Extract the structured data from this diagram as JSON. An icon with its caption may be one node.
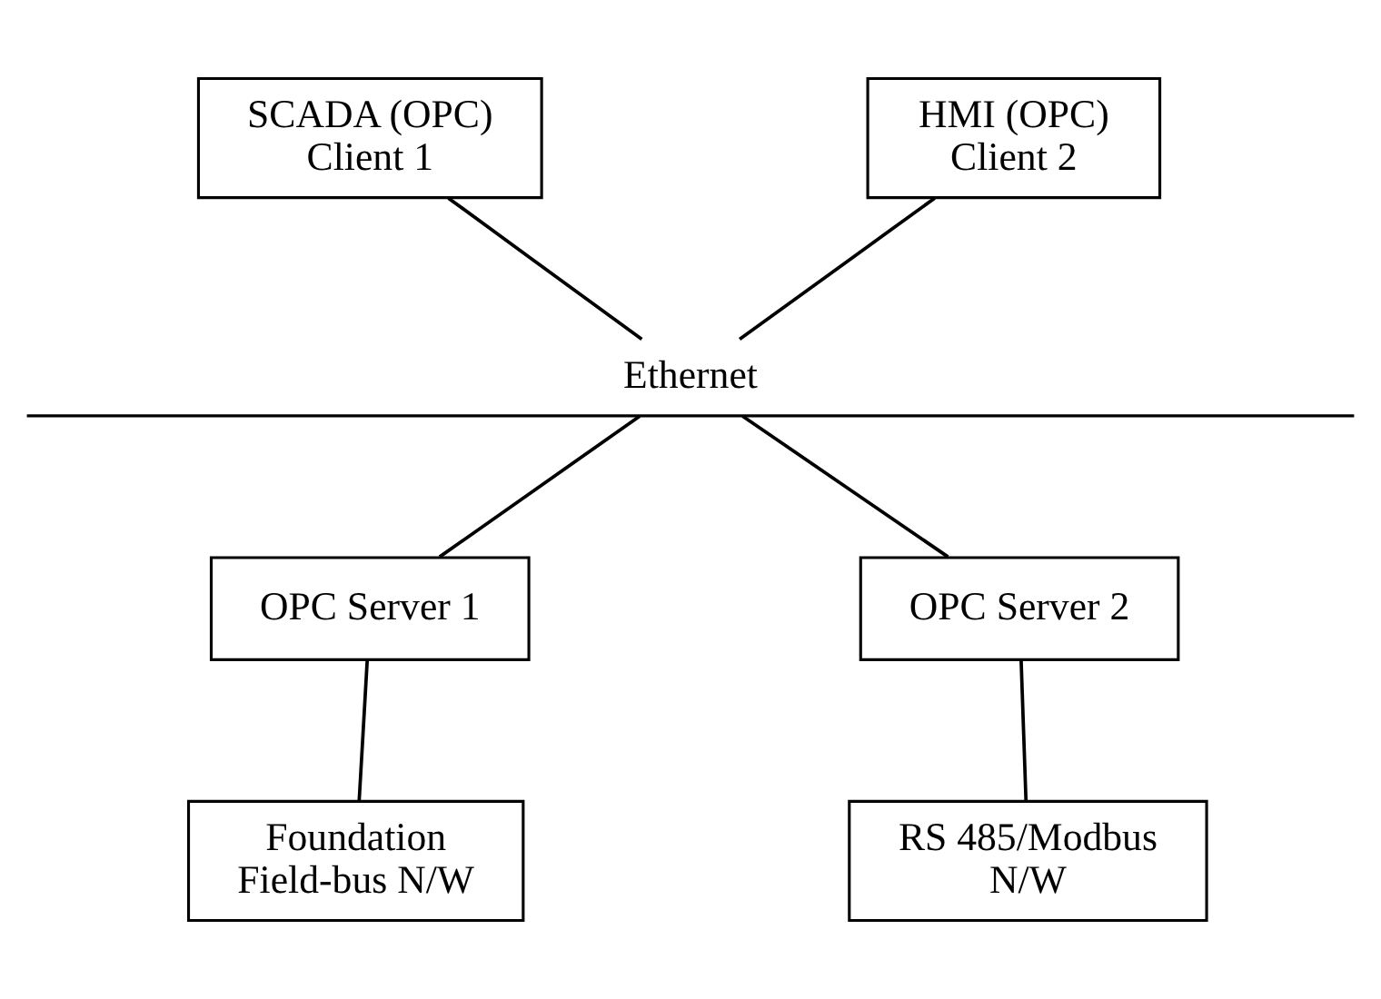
{
  "diagram": {
    "nodes": [
      {
        "text": [
          "SCADA (OPC) Client 1"
        ]
      },
      {
        "text": [
          "HMI (OPC) Client 2"
        ]
      },
      {
        "text": [
          "Ethernet"
        ]
      },
      {
        "text": [
          "OPC Server 1"
        ]
      },
      {
        "text": [
          "OPC Server 2"
        ]
      },
      {
        "text": [
          "Foundation Field-bus N/W"
        ]
      },
      {
        "text": [
          "RS 485/Modbus N/W"
        ]
      }
    ],
    "edges": [
      {
        "from": 0,
        "to": 2,
        "arrow": "none"
      },
      {
        "from": 1,
        "to": 2,
        "arrow": "none"
      },
      {
        "from": 2,
        "to": 3,
        "arrow": "none"
      },
      {
        "from": 2,
        "to": 4,
        "arrow": "none"
      },
      {
        "from": 3,
        "to": 5,
        "arrow": "none"
      },
      {
        "from": 4,
        "to": 6,
        "arrow": "none"
      }
    ]
  }
}
